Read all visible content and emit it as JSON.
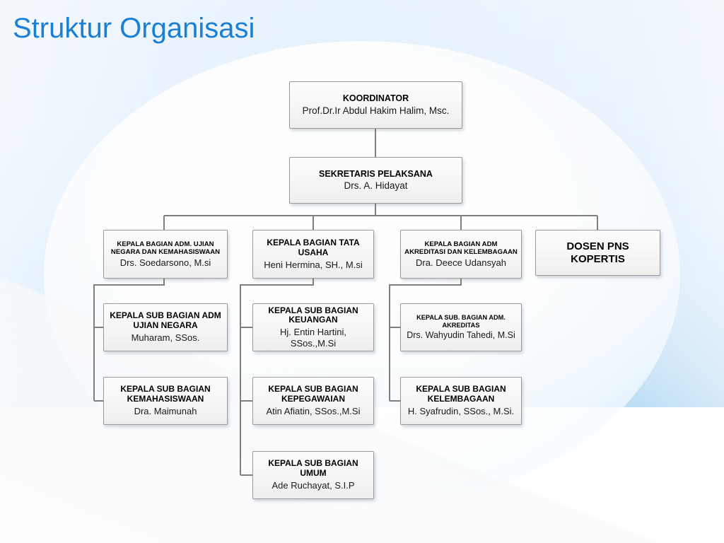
{
  "slide": {
    "title": "Struktur Organisasi",
    "title_color": "#1B7FD4",
    "background_top_color": "#cfe6f8",
    "background_bottom_color": "#ffffff"
  },
  "chart_data": {
    "type": "diagram",
    "diagram_kind": "organization-chart",
    "title": "Struktur Organisasi",
    "nodes": [
      {
        "id": "koordinator",
        "title": "KOORDINATOR",
        "name": "Prof.Dr.Ir Abdul Hakim Halim, Msc.",
        "level": 0,
        "parent": null
      },
      {
        "id": "sekretaris",
        "title": "SEKRETARIS PELAKSANA",
        "name": "Drs. A. Hidayat",
        "level": 1,
        "parent": "koordinator"
      },
      {
        "id": "bagian-ujian-negara",
        "title": "KEPALA BAGIAN ADM. UJIAN NEGARA DAN KEMAHASISWAAN",
        "name": "Drs. Soedarsono, M.si",
        "level": 2,
        "parent": "sekretaris"
      },
      {
        "id": "bagian-tata-usaha",
        "title": "KEPALA BAGIAN TATA USAHA",
        "name": "Heni Hermina, SH., M.si",
        "level": 2,
        "parent": "sekretaris"
      },
      {
        "id": "bagian-akreditasi",
        "title": "KEPALA BAGIAN ADM AKREDITASI DAN KELEMBAGAAN",
        "name": "Dra. Deece Udansyah",
        "level": 2,
        "parent": "sekretaris"
      },
      {
        "id": "dosen-pns-kopertis",
        "title": "DOSEN PNS KOPERTIS",
        "name": "",
        "level": 2,
        "parent": "sekretaris"
      },
      {
        "id": "sub-adm-ujian-negara",
        "title": "KEPALA SUB BAGIAN ADM UJIAN NEGARA",
        "name": "Muharam, SSos.",
        "level": 3,
        "parent": "bagian-ujian-negara"
      },
      {
        "id": "sub-kemahasiswaan",
        "title": "KEPALA SUB BAGIAN KEMAHASISWAAN",
        "name": "Dra. Maimunah",
        "level": 3,
        "parent": "bagian-ujian-negara"
      },
      {
        "id": "sub-keuangan",
        "title": "KEPALA SUB BAGIAN KEUANGAN",
        "name": "Hj. Entin Hartini, SSos.,M.Si",
        "level": 3,
        "parent": "bagian-tata-usaha"
      },
      {
        "id": "sub-kepegawaian",
        "title": "KEPALA SUB BAGIAN KEPEGAWAIAN",
        "name": "Atin Afiatin, SSos.,M.Si",
        "level": 3,
        "parent": "bagian-tata-usaha"
      },
      {
        "id": "sub-umum",
        "title": "KEPALA SUB BAGIAN UMUM",
        "name": "Ade Ruchayat, S.I.P",
        "level": 3,
        "parent": "bagian-tata-usaha"
      },
      {
        "id": "sub-adm-akreditasi",
        "title": "KEPALA SUB. BAGIAN ADM. AKREDITAS",
        "name": "Drs. Wahyudin Tahedi, M.Si",
        "level": 3,
        "parent": "bagian-akreditasi"
      },
      {
        "id": "sub-kelembagaan",
        "title": "KEPALA SUB BAGIAN KELEMBAGAAN",
        "name": "H. Syafrudin, SSos., M.Si.",
        "level": 3,
        "parent": "bagian-akreditasi"
      }
    ]
  },
  "boxes": {
    "koordinator": {
      "title_line1": "KOORDINATOR",
      "name": "Prof.Dr.Ir Abdul Hakim Halim, Msc."
    },
    "sekretaris": {
      "title_line1": "SEKRETARIS PELAKSANA",
      "name": "Drs. A. Hidayat"
    },
    "bagian_ujian_negara": {
      "title_line1": "KEPALA BAGIAN ADM. UJIAN",
      "title_line2": "NEGARA DAN KEMAHASISWAAN",
      "name": "Drs. Soedarsono, M.si"
    },
    "bagian_tata_usaha": {
      "title_line1": "KEPALA BAGIAN TATA",
      "title_line2": "USAHA",
      "name": "Heni Hermina, SH., M.si"
    },
    "bagian_akreditasi": {
      "title_line1": "KEPALA BAGIAN ADM",
      "title_line2": "AKREDITASI DAN KELEMBAGAAN",
      "name": "Dra. Deece Udansyah"
    },
    "dosen_pns_kopertis": {
      "title_line1": "DOSEN PNS KOPERTIS"
    },
    "sub_adm_ujian_negara": {
      "title_line1": "KEPALA SUB BAGIAN ADM",
      "title_line2": "UJIAN NEGARA",
      "name": "Muharam, SSos."
    },
    "sub_keuangan": {
      "title_line1": "KEPALA SUB BAGIAN",
      "title_line2": "KEUANGAN",
      "name": "Hj. Entin Hartini, SSos.,M.Si"
    },
    "sub_adm_akreditasi": {
      "title_line1": "KEPALA SUB. BAGIAN ADM.",
      "title_line2": "AKREDITAS",
      "name": "Drs. Wahyudin Tahedi, M.Si"
    },
    "sub_kemahasiswaan": {
      "title_line1": "KEPALA SUB BAGIAN",
      "title_line2": "KEMAHASISWAAN",
      "name": "Dra. Maimunah"
    },
    "sub_kepegawaian": {
      "title_line1": "KEPALA SUB BAGIAN",
      "title_line2": "KEPEGAWAIAN",
      "name": "Atin Afiatin, SSos.,M.Si"
    },
    "sub_kelembagaan": {
      "title_line1": "KEPALA SUB BAGIAN",
      "title_line2": "KELEMBAGAAN",
      "name": "H. Syafrudin, SSos., M.Si."
    },
    "sub_umum": {
      "title_line1": "KEPALA SUB BAGIAN",
      "title_line2": "UMUM",
      "name": "Ade Ruchayat, S.I.P"
    }
  }
}
